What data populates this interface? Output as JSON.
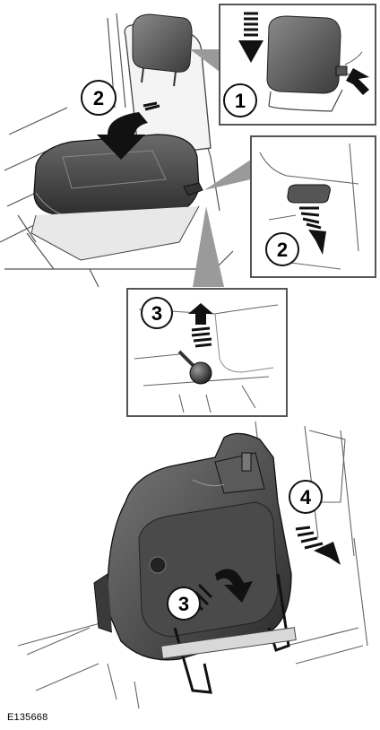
{
  "figure": {
    "id_label": "E135668",
    "callouts": {
      "top_seat_step": "2",
      "headrest_step": "1",
      "cushion_release_step": "2",
      "lever_step": "3",
      "fold_step": "3",
      "tumble_step": "4"
    }
  }
}
